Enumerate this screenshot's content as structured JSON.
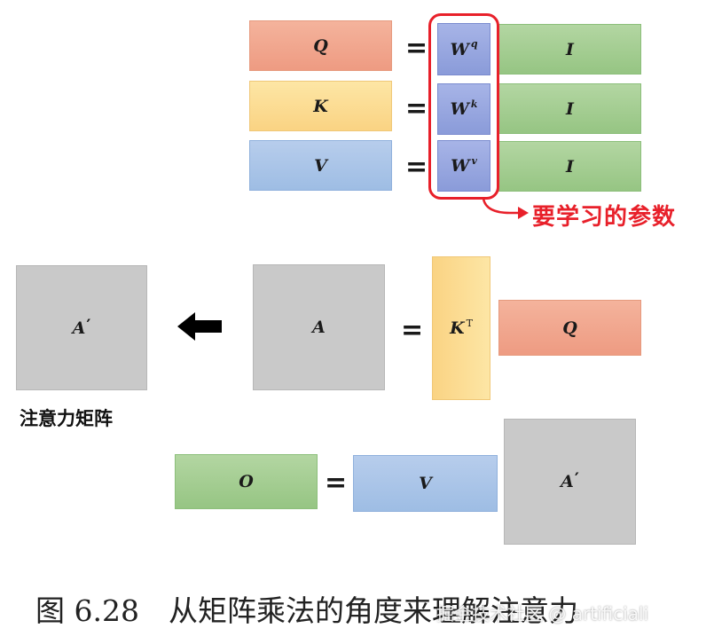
{
  "top_block": {
    "rows": [
      {
        "lhs": "Q",
        "weight": "W",
        "weight_sup": "q",
        "input": "I",
        "lhs_color": "#ee9b82"
      },
      {
        "lhs": "K",
        "weight": "W",
        "weight_sup": "k",
        "input": "I",
        "lhs_color": "#fad383"
      },
      {
        "lhs": "V",
        "weight": "W",
        "weight_sup": "v",
        "input": "I",
        "lhs_color": "#9ebde4"
      }
    ],
    "equals": "=",
    "learn_label": "要学习的参数",
    "highlight_color": "#e8202a"
  },
  "middle_block": {
    "result": "A",
    "result_prime": "′",
    "result_label": "注意力矩阵",
    "lhs": "A",
    "equals": "=",
    "k_transpose": "K",
    "k_transpose_sup": "T",
    "q": "Q"
  },
  "bottom_block": {
    "lhs": "O",
    "equals": "=",
    "v": "V",
    "a_prime": "A",
    "a_prime_mark": "′"
  },
  "caption": "图 6.28　从矩阵乘法的角度来理解注意力",
  "watermark": "掘金技术社区 @ artificiali"
}
